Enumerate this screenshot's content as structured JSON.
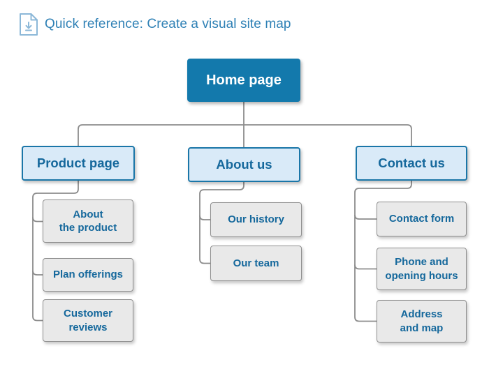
{
  "header": {
    "title": "Quick reference: Create a visual site map",
    "icon": "download-document-icon"
  },
  "colors": {
    "root_fill": "#1379ac",
    "root_text": "#ffffff",
    "branch_fill": "#d9eaf8",
    "branch_border": "#1a76a8",
    "leaf_fill": "#e9e9e9",
    "leaf_border": "#8f8f8f",
    "node_text": "#15689c",
    "title_text": "#2e80b5",
    "icon_color": "#8cb8d8",
    "connector": "#8c8c8c"
  },
  "tree": {
    "root": {
      "label": "Home page"
    },
    "branches": [
      {
        "label": "Product page",
        "children": [
          {
            "label": "About\nthe product"
          },
          {
            "label": "Plan offerings"
          },
          {
            "label": "Customer\nreviews"
          }
        ]
      },
      {
        "label": "About us",
        "children": [
          {
            "label": "Our history"
          },
          {
            "label": "Our team"
          }
        ]
      },
      {
        "label": "Contact us",
        "children": [
          {
            "label": "Contact form"
          },
          {
            "label": "Phone and\nopening hours"
          },
          {
            "label": "Address\nand map"
          }
        ]
      }
    ]
  }
}
